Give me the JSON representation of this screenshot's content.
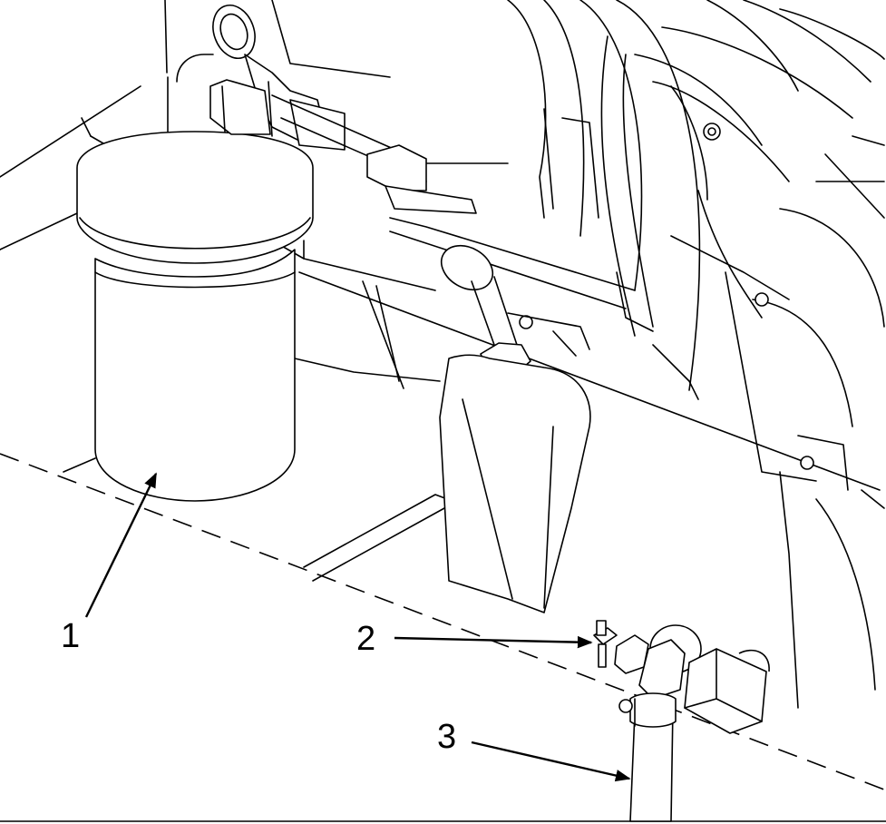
{
  "figure": {
    "callouts": [
      {
        "id": "1",
        "label": "1"
      },
      {
        "id": "2",
        "label": "2"
      },
      {
        "id": "3",
        "label": "3"
      }
    ]
  }
}
